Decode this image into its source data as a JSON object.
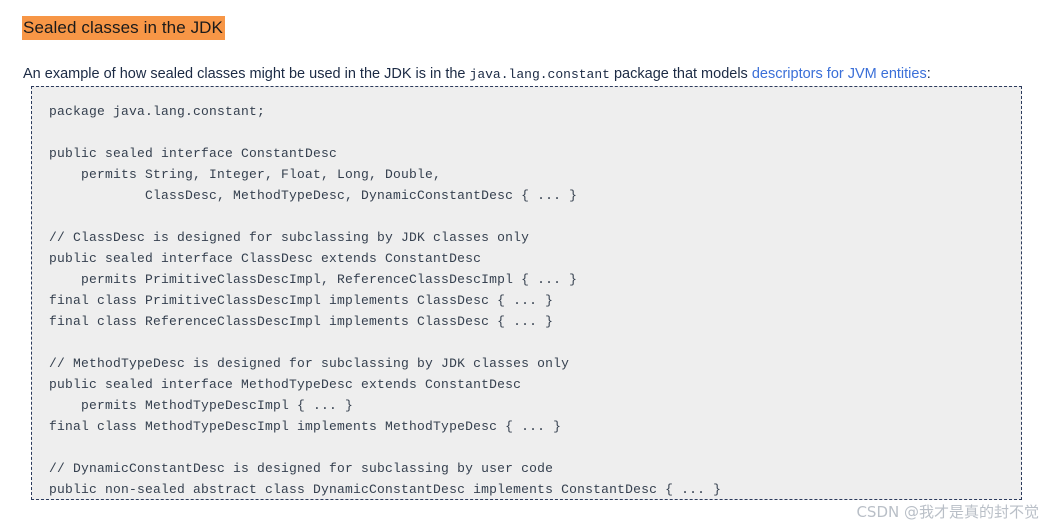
{
  "heading": {
    "text": "Sealed classes in the JDK",
    "highlight_color": "#f79646",
    "text_color": "#1a1a1a"
  },
  "intro": {
    "part1": "An example of how sealed classes might be used in the JDK is in the ",
    "code": "java.lang.constant",
    "part2": " package that models ",
    "link_text": "descriptors for JVM entities",
    "link_color": "#3a6fd8",
    "part3": ":"
  },
  "code_block": {
    "background_color": "#eeeeee",
    "border_color": "#2b3a5c",
    "border_style": "dashed",
    "text_color": "#35404f",
    "language": "java",
    "lines": [
      "package java.lang.constant;",
      "",
      "public sealed interface ConstantDesc",
      "    permits String, Integer, Float, Long, Double,",
      "            ClassDesc, MethodTypeDesc, DynamicConstantDesc { ... }",
      "",
      "// ClassDesc is designed for subclassing by JDK classes only",
      "public sealed interface ClassDesc extends ConstantDesc",
      "    permits PrimitiveClassDescImpl, ReferenceClassDescImpl { ... }",
      "final class PrimitiveClassDescImpl implements ClassDesc { ... }",
      "final class ReferenceClassDescImpl implements ClassDesc { ... }",
      "",
      "// MethodTypeDesc is designed for subclassing by JDK classes only",
      "public sealed interface MethodTypeDesc extends ConstantDesc",
      "    permits MethodTypeDescImpl { ... }",
      "final class MethodTypeDescImpl implements MethodTypeDesc { ... }",
      "",
      "// DynamicConstantDesc is designed for subclassing by user code",
      "public non-sealed abstract class DynamicConstantDesc implements ConstantDesc { ... }"
    ],
    "text": "package java.lang.constant;\n\npublic sealed interface ConstantDesc\n    permits String, Integer, Float, Long, Double,\n            ClassDesc, MethodTypeDesc, DynamicConstantDesc { ... }\n\n// ClassDesc is designed for subclassing by JDK classes only\npublic sealed interface ClassDesc extends ConstantDesc\n    permits PrimitiveClassDescImpl, ReferenceClassDescImpl { ... }\nfinal class PrimitiveClassDescImpl implements ClassDesc { ... }\nfinal class ReferenceClassDescImpl implements ClassDesc { ... }\n\n// MethodTypeDesc is designed for subclassing by JDK classes only\npublic sealed interface MethodTypeDesc extends ConstantDesc\n    permits MethodTypeDescImpl { ... }\nfinal class MethodTypeDescImpl implements MethodTypeDesc { ... }\n\n// DynamicConstantDesc is designed for subclassing by user code\npublic non-sealed abstract class DynamicConstantDesc implements ConstantDesc { ... }"
  },
  "watermark": {
    "text": "CSDN @我才是真的封不觉",
    "color": "#b9bfc7"
  }
}
